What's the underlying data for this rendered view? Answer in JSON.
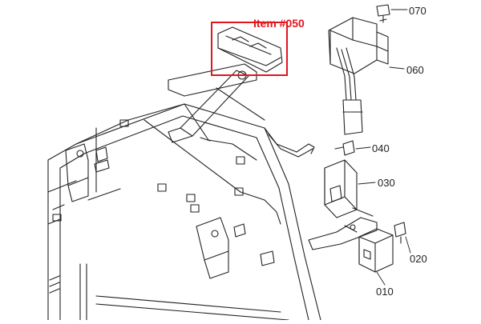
{
  "colors": {
    "line": "#222222",
    "highlight": "#e3141e",
    "background": "#ffffff"
  },
  "callout": {
    "label": "Item #050"
  },
  "part_labels": [
    {
      "id": "070",
      "text": "070"
    },
    {
      "id": "060",
      "text": "060"
    },
    {
      "id": "040",
      "text": "040"
    },
    {
      "id": "030",
      "text": "030"
    },
    {
      "id": "020",
      "text": "020"
    },
    {
      "id": "010",
      "text": "010"
    }
  ]
}
